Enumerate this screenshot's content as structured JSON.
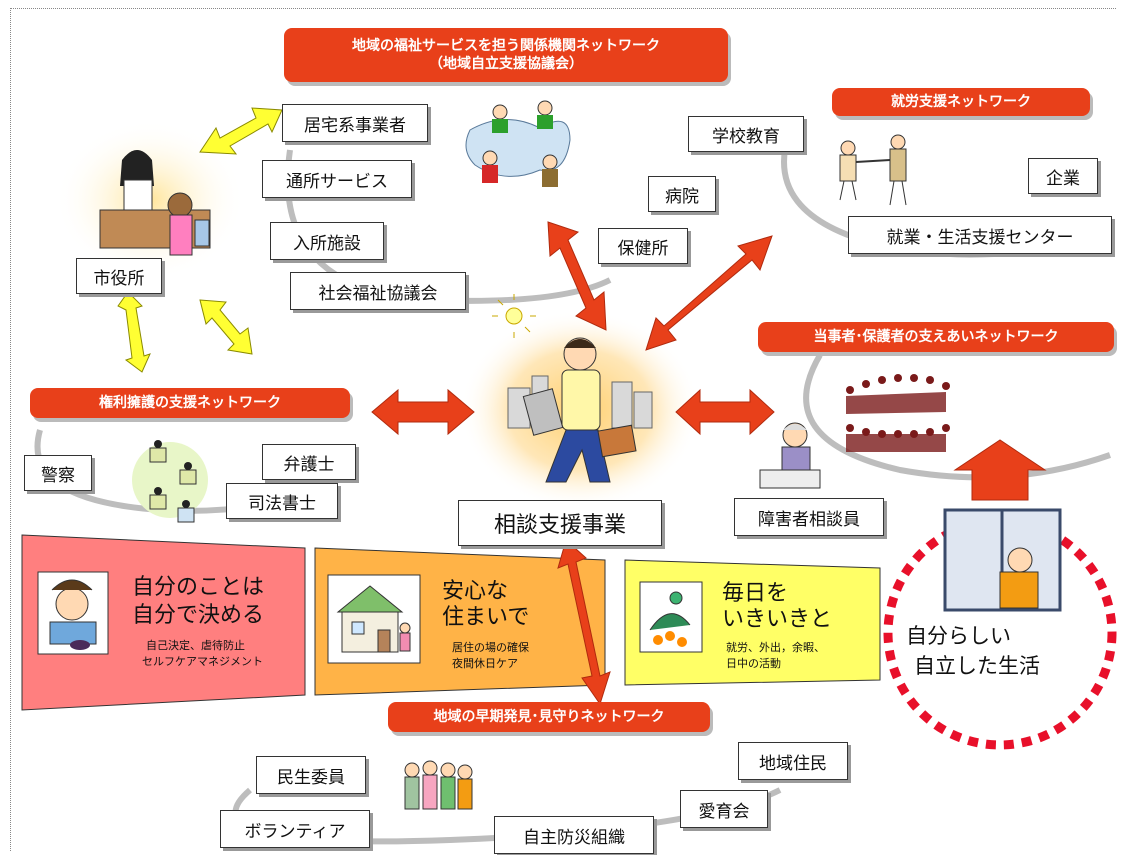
{
  "banners": {
    "regional_welfare_line1": "地域の福祉サービスを担う関係機関ネットワーク",
    "regional_welfare_line2": "（地域自立支援協議会）",
    "employment": "就労支援ネットワーク",
    "peer_support": "当事者･保護者の支えあいネットワーク",
    "rights_advocacy": "権利擁護の支援ネットワーク",
    "early_detection": "地域の早期発見･見守りネットワーク"
  },
  "nodes": {
    "home_care": "居宅系事業者",
    "day_service": "通所サービス",
    "residential": "入所施設",
    "social_welfare_council": "社会福祉協議会",
    "city_hall": "市役所",
    "school": "学校教育",
    "hospital": "病院",
    "health_center": "保健所",
    "company": "企業",
    "employment_center": "就業・生活支援センター",
    "police": "警察",
    "lawyer": "弁護士",
    "scrivener": "司法書士",
    "consultation": "相談支援事業",
    "disability_counselor": "障害者相談員",
    "welfare_commissioner": "民生委員",
    "volunteer": "ボランティア",
    "local_residents": "地域住民",
    "parenting_group": "愛育会",
    "disaster_org": "自主防災組織"
  },
  "panels": {
    "self": {
      "line1": "自分のことは",
      "line2": "自分で決める",
      "sub1": "自己決定、虐待防止",
      "sub2": "セルフケアマネジメント"
    },
    "home": {
      "line1": "安心な",
      "line2": "住まいで",
      "sub1": "居住の場の確保",
      "sub2": "夜間休日ケア"
    },
    "daily": {
      "line1": "毎日を",
      "line2": "いきいきと",
      "sub1": "就労、外出，余暇、",
      "sub2": "日中の活動"
    }
  },
  "goal": {
    "line1": "自分らしい",
    "line2": "自立した生活"
  },
  "colors": {
    "banner": "#e8401a",
    "arrow_red": "#e8401a",
    "arrow_yellow": "#ffff33",
    "panel_pink": "#ff7f7f",
    "panel_orange": "#ffb347",
    "panel_yellow": "#ffff66",
    "goal_ring": "#e8102a"
  }
}
